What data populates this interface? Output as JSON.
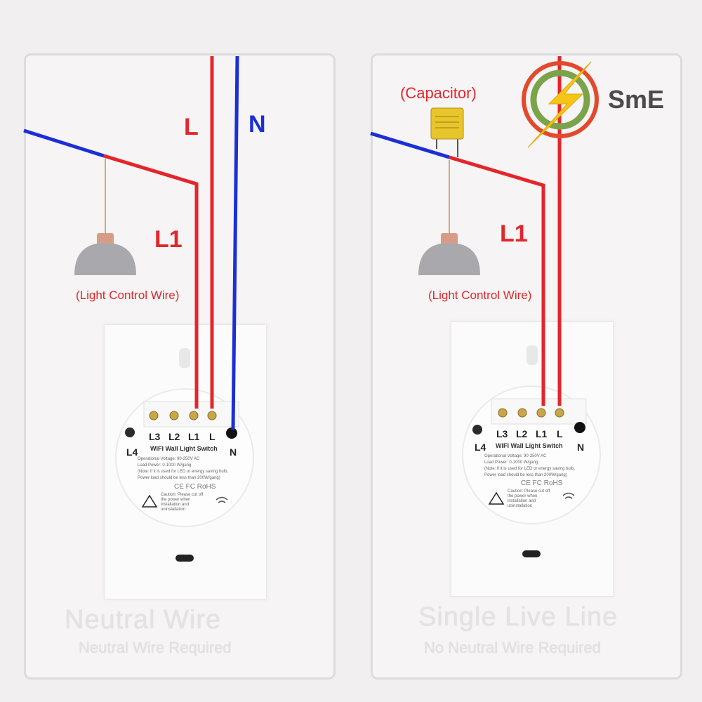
{
  "left": {
    "wire_live": "L",
    "wire_neutral": "N",
    "wire_load": "L1",
    "light_control": "(Light Control Wire)",
    "terminals": [
      "L3",
      "L2",
      "L1",
      "L"
    ],
    "side_left": "L4",
    "side_right": "N",
    "product_title": "WIFI Wall Light Switch",
    "spec_lines": [
      "Operational Voltage: 90-250V AC",
      "Load Power: 0-1000 W/gang",
      "(Note: if it is used for LED or energy saving bulb,",
      "Power load should be less than 200W/gang)"
    ],
    "certs": "CE FC RoHS",
    "caution": "Caution: Please cut off the power when installation and uninstallation",
    "footer_title": "Neutral Wire",
    "footer_sub": "Neutral Wire Required"
  },
  "right": {
    "capacitor": "(Capacitor)",
    "wire_load": "L1",
    "light_control": "(Light Control Wire)",
    "terminals": [
      "L3",
      "L2",
      "L1",
      "L"
    ],
    "side_left": "L4",
    "side_right": "N",
    "product_title": "WIFI Wall Light Switch",
    "spec_lines": [
      "Operational Voltage: 90-250V AC",
      "Load Power: 0-1000 W/gang",
      "(Note: if it is used for LED or energy saving bulb,",
      "Power load should be less than 200W/gang)"
    ],
    "certs": "CE FC RoHS",
    "caution": "Caution: Please cut off the power when installation and uninstallation",
    "footer_title": "Single Live Line",
    "footer_sub": "No Neutral Wire Required"
  },
  "brand": {
    "name": "SmE"
  },
  "colors": {
    "live": "#e3262c",
    "neutral": "#1b2fd6",
    "capacitor": "#e9c52c",
    "lamp_cap": "#d89c86"
  }
}
